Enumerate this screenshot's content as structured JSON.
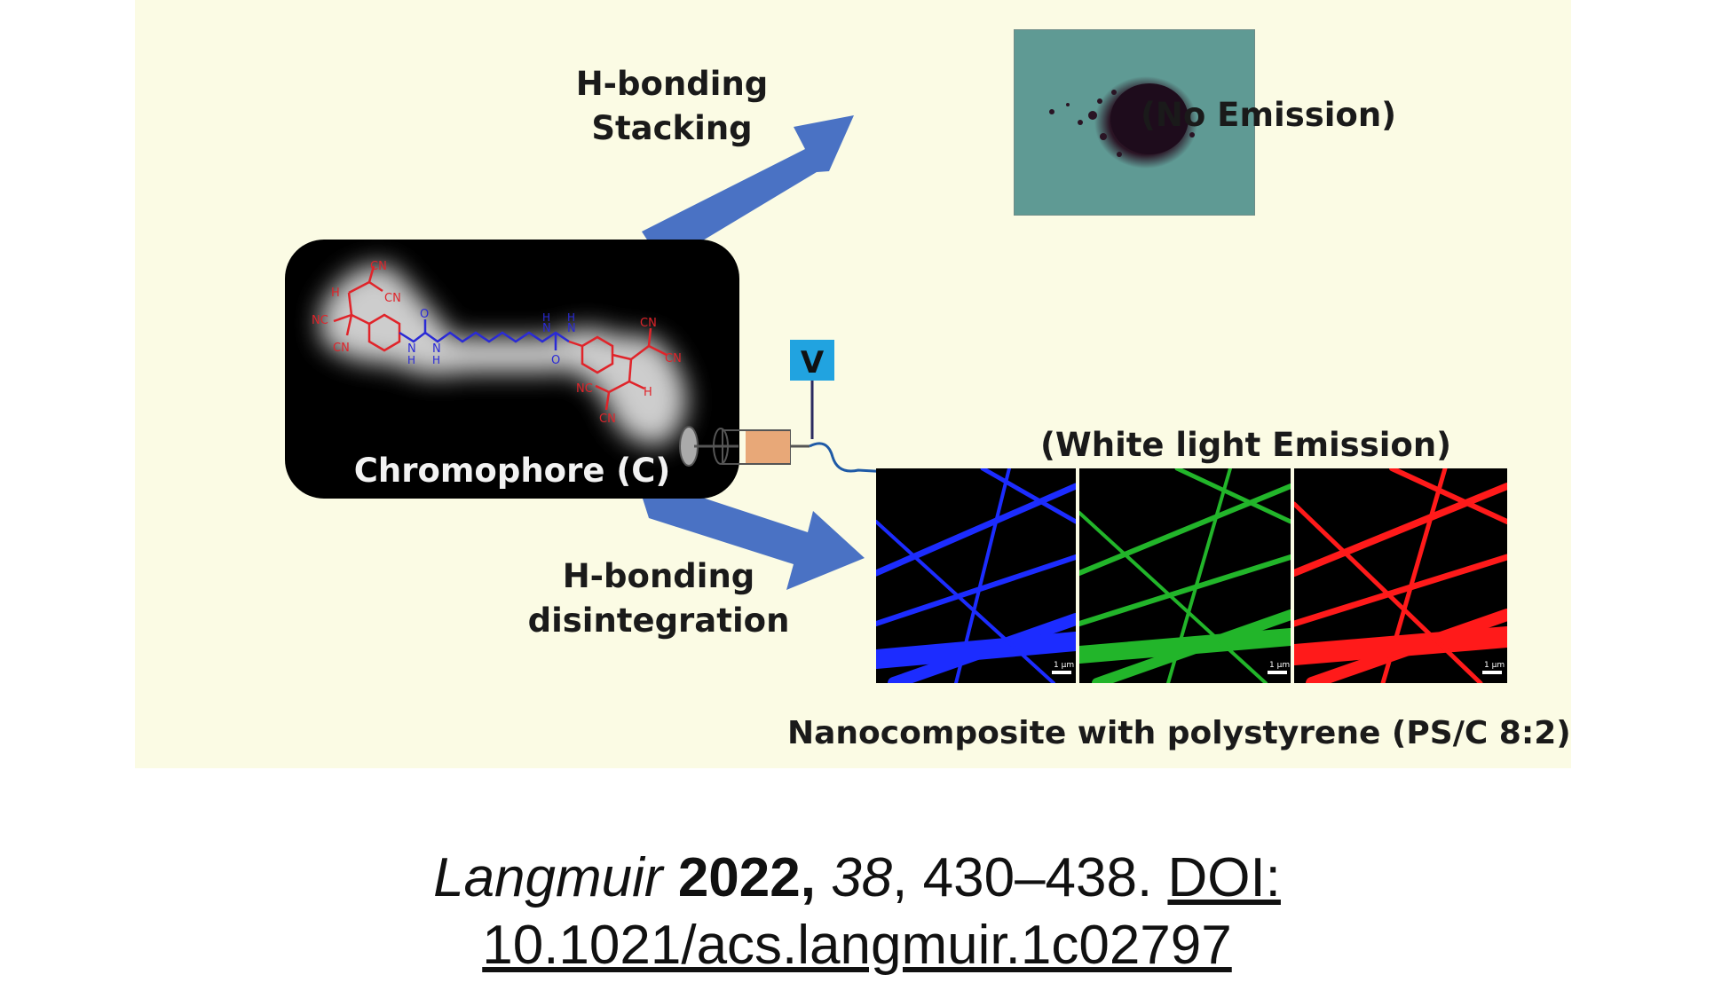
{
  "labels": {
    "stacking_line1": "H-bonding",
    "stacking_line2": "Stacking",
    "no_emission": "(No Emission)",
    "chromophore": "Chromophore (C)",
    "voltage": "V",
    "white_light": "(White light Emission)",
    "disint_line1": "H-bonding",
    "disint_line2": "disintegration",
    "nanocomposite": "Nanocomposite with polystyrene (PS/C 8:2)",
    "scale_bar": "1 μm"
  },
  "molecule": {
    "cn": "CN",
    "nc": "NC",
    "h": "H",
    "n": "N",
    "o": "O"
  },
  "citation": {
    "journal": "Langmuir",
    "year": "2022,",
    "volume": "38",
    "pages": ", 430–438. ",
    "doi_line1": "DOI:",
    "doi_line2": "10.1021/acs.langmuir.1c02797"
  },
  "colors": {
    "background": "#fbfbe4",
    "arrow": "#4a72c4",
    "chromophore_red": "#e0242a",
    "linker_blue": "#2a2ad6",
    "fiber_blue": "#1c2cff",
    "fiber_green": "#22b52a",
    "fiber_red": "#ff1a1a"
  }
}
